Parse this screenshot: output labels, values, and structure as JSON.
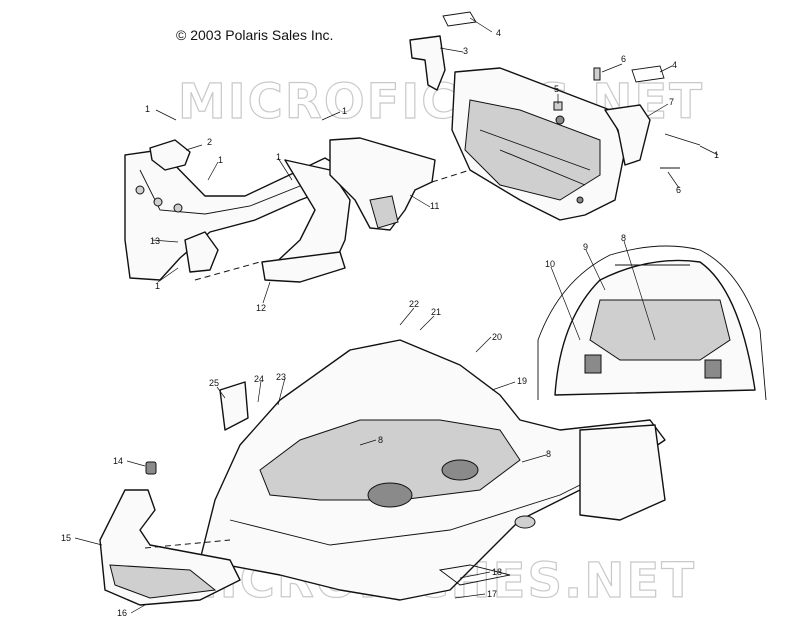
{
  "copyright": "© 2003 Polaris Sales Inc.",
  "watermark": "MICROFICHES.NET",
  "callouts": [
    "1",
    "1",
    "1",
    "1",
    "1",
    "1",
    "2",
    "3",
    "4",
    "4",
    "5",
    "6",
    "6",
    "7",
    "8",
    "8",
    "8",
    "9",
    "10",
    "11",
    "12",
    "13",
    "14",
    "15",
    "16",
    "17",
    "18",
    "19",
    "20",
    "21",
    "22",
    "23",
    "24",
    "25"
  ]
}
